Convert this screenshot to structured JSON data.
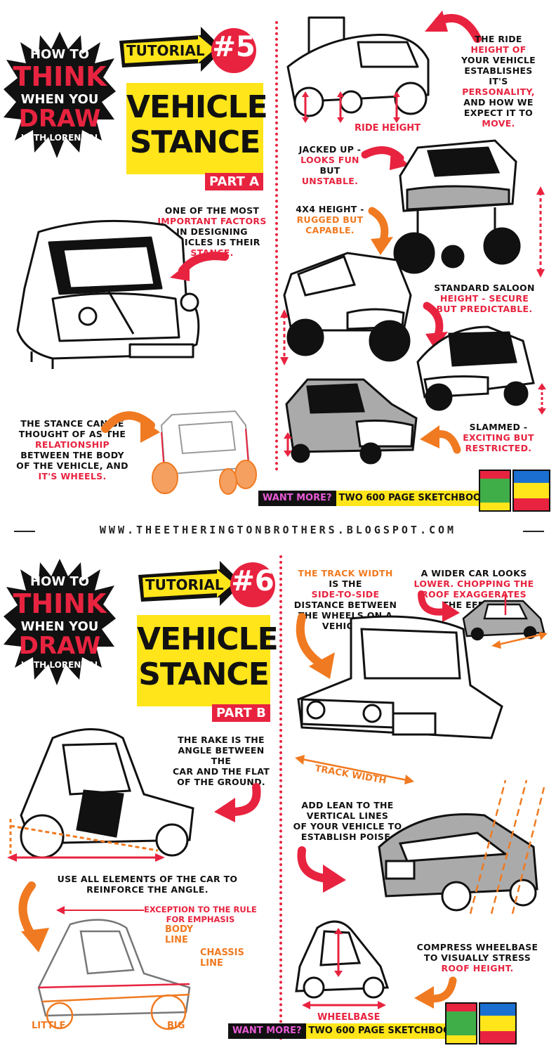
{
  "logo": {
    "line1": "HOW TO",
    "line2": "THINK",
    "line3": "WHEN YOU",
    "line4": "DRAW",
    "line5": "WITH LORENZO!"
  },
  "tutorial5": {
    "banner": "TUTORIAL",
    "number": "#5",
    "title1": "VEHICLE",
    "title2": "STANCE",
    "part": "PART A"
  },
  "tutorial6": {
    "banner": "TUTORIAL",
    "number": "#6",
    "title1": "VEHICLE",
    "title2": "STANCE",
    "part": "PART B"
  },
  "notes5": {
    "factors": [
      "ONE OF THE MOST",
      "IMPORTANT FACTORS",
      "IN DESIGNING",
      "VEHICLES IS THEIR",
      "STANCE."
    ],
    "stance": [
      "THE STANCE CAN BE",
      "THOUGHT OF AS THE",
      "RELATIONSHIP",
      "BETWEEN THE BODY",
      "OF THE VEHICLE, AND",
      "IT'S WHEELS."
    ],
    "ride": [
      "THE RIDE",
      "HEIGHT OF",
      "YOUR VEHICLE",
      "ESTABLISHES",
      "IT'S",
      "PERSONALITY,",
      "AND HOW WE",
      "EXPECT IT TO",
      "MOVE."
    ],
    "ride_label": "RIDE HEIGHT",
    "jacked": [
      "JACKED UP -",
      "LOOKS FUN",
      "BUT",
      "UNSTABLE."
    ],
    "x4": [
      "4X4 HEIGHT -",
      "RUGGED BUT",
      "CAPABLE."
    ],
    "saloon": [
      "STANDARD SALOON",
      "HEIGHT - SECURE",
      "BUT PREDICTABLE."
    ],
    "slammed": [
      "SLAMMED -",
      "EXCITING BUT",
      "RESTRICTED."
    ]
  },
  "promo": {
    "want": "WANT MORE?",
    "books": "TWO 600 PAGE SKETCHBOOKS!"
  },
  "url": "WWW.THEETHERINGTONBROTHERS.BLOGSPOT.COM",
  "notes6": {
    "rake": [
      "THE RAKE IS THE",
      "ANGLE BETWEEN THE",
      "CAR AND THE FLAT",
      "OF THE GROUND."
    ],
    "elements": [
      "USE ALL ELEMENTS OF THE CAR TO",
      "REINFORCE THE ANGLE."
    ],
    "exception": [
      "EXCEPTION TO THE RULE",
      "FOR EMPHASIS"
    ],
    "body_line": [
      "BODY",
      "LINE"
    ],
    "chassis_line": [
      "CHASSIS",
      "LINE"
    ],
    "little": "LITTLE",
    "big": "BIG",
    "track": [
      "THE TRACK WIDTH",
      "IS THE",
      "SIDE-TO-SIDE",
      "DISTANCE BETWEEN",
      "THE WHEELS ON A",
      "VEHICLE."
    ],
    "wider": [
      "A WIDER CAR LOOKS",
      "LOWER. CHOPPING THE",
      "ROOF EXAGGERATES",
      "THE EFFECT."
    ],
    "track_label": "TRACK WIDTH",
    "lean": [
      "ADD LEAN TO THE",
      "VERTICAL LINES",
      "OF YOUR VEHICLE TO",
      "ESTABLISH POISE."
    ],
    "compress": [
      "COMPRESS WHEELBASE",
      "TO VISUALLY STRESS",
      "ROOF HEIGHT."
    ],
    "wheelbase": "WHEELBASE"
  },
  "colors": {
    "red": "#e8233f",
    "orange": "#f07a21",
    "yellow": "#ffe51a",
    "black": "#111111"
  }
}
